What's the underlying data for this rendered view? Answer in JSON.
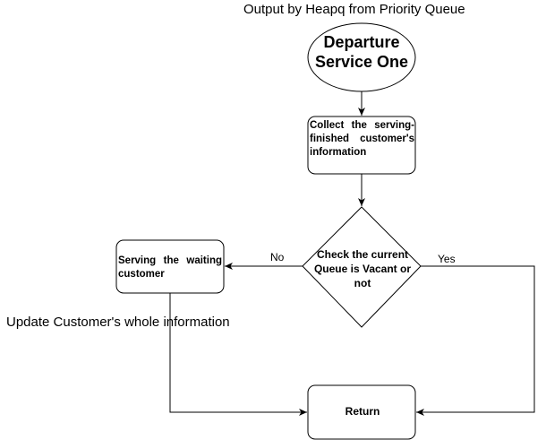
{
  "diagram": {
    "title": "Output by Heapq from Priority Queue",
    "side_note": "Update Customer's whole information",
    "nodes": {
      "start": "Departure Service One",
      "collect": "Collect the serving-finished customer's information",
      "decision": "Check the current Queue is Vacant or not",
      "serving": "Serving the waiting customer",
      "return": "Return"
    },
    "edges": {
      "no": "No",
      "yes": "Yes"
    }
  }
}
